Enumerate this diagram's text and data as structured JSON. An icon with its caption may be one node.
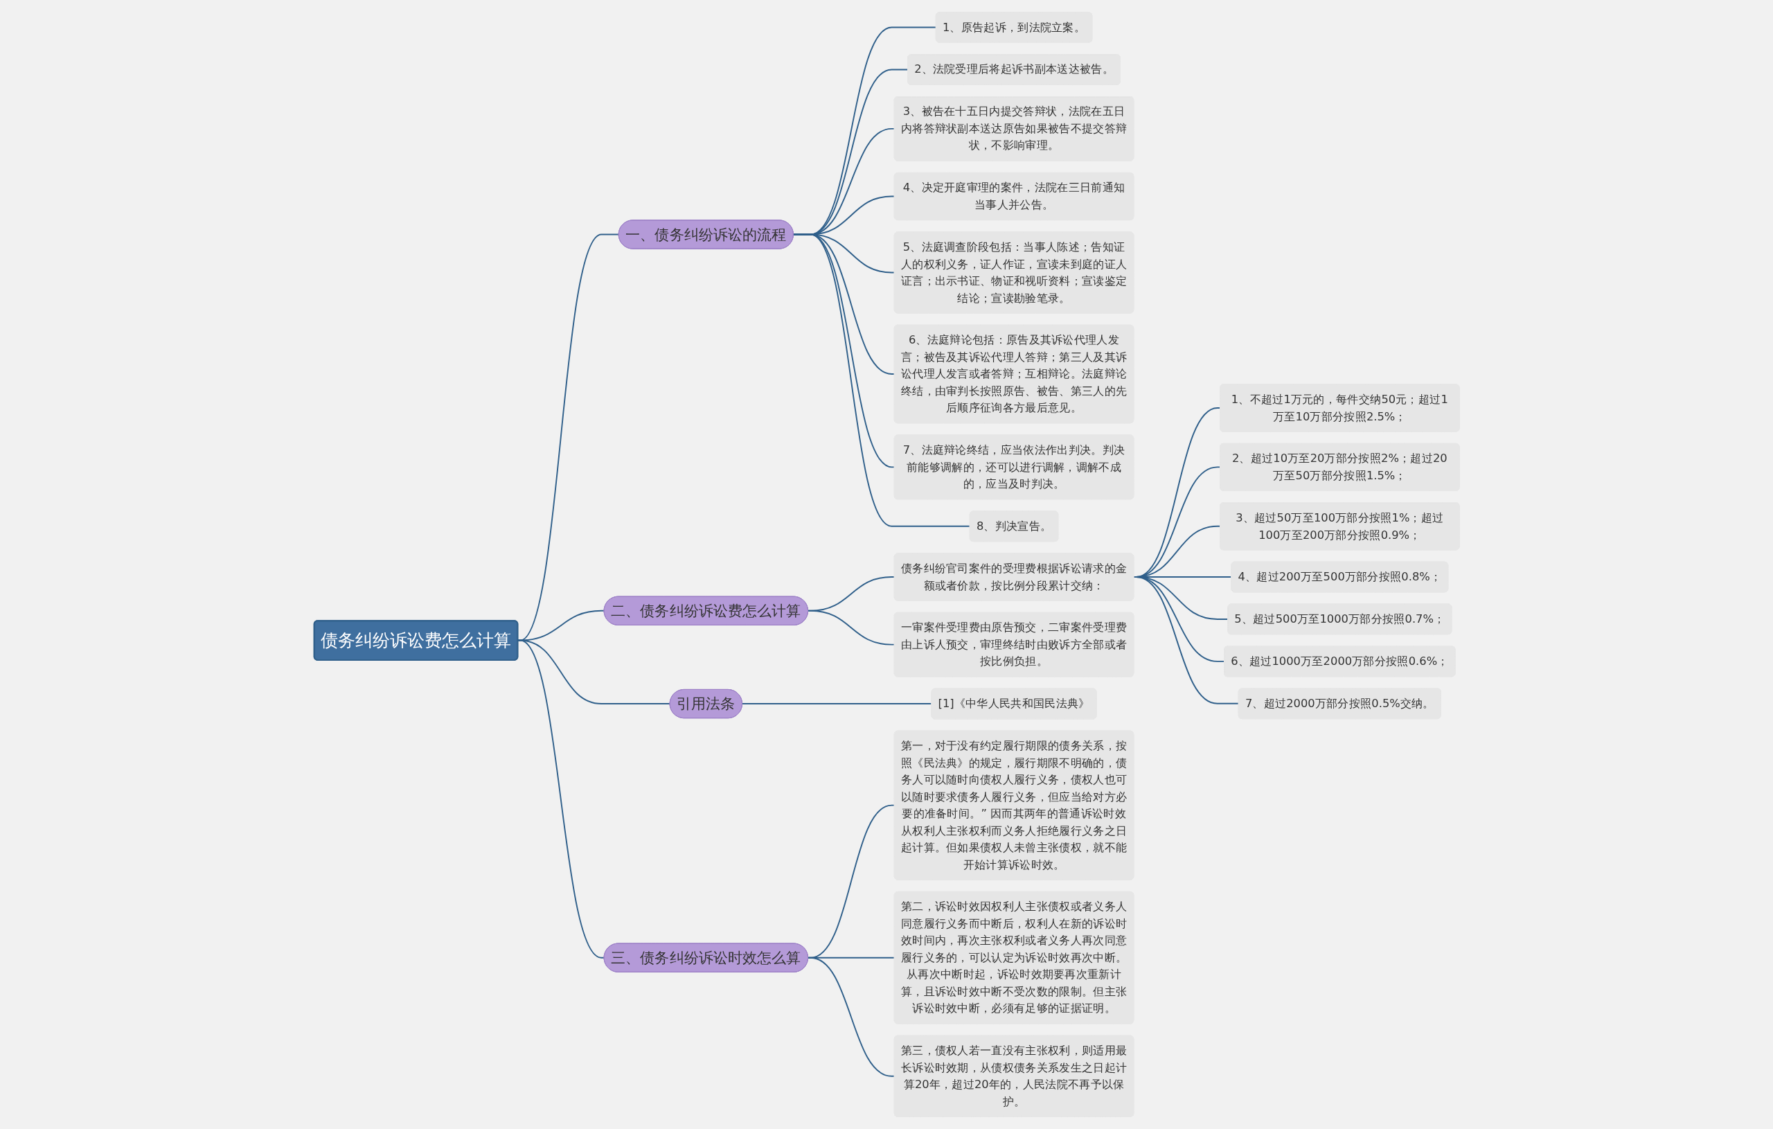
{
  "diagram": {
    "nodes": [
      {
        "text": [
          "债务纠纷诉讼费怎么计算"
        ]
      },
      {
        "text": [
          "一、债务纠纷诉讼的流程"
        ]
      },
      {
        "text": [
          "1、原告起诉，到法院立案。"
        ]
      },
      {
        "text": [
          "2、法院受理后将起诉书副本送达被告。"
        ]
      },
      {
        "text": [
          "3、被告在十五日内提交答辩状，法院在五日内将答辩状副本送达原告如果被告不提交答辩状，不影响审理。"
        ]
      },
      {
        "text": [
          "4、决定开庭审理的案件，法院在三日前通知当事人并公告。"
        ]
      },
      {
        "text": [
          "5、法庭调查阶段包括：当事人陈述；告知证人的权利义务，证人作证，宣读未到庭的证人证言；出示书证、物证和视听资料；宣读鉴定结论；宣读勘验笔录。"
        ]
      },
      {
        "text": [
          "6、法庭辩论包括：原告及其诉讼代理人发言；被告及其诉讼代理人答辩；第三人及其诉讼代理人发言或者答辩；互相辩论。法庭辩论终结，由审判长按照原告、被告、第三人的先后顺序征询各方最后意见。"
        ]
      },
      {
        "text": [
          "7、法庭辩论终结，应当依法作出判决。判决前能够调解的，还可以进行调解，调解不成的，应当及时判决。"
        ]
      },
      {
        "text": [
          "8、判决宣告。"
        ]
      },
      {
        "text": [
          "二、债务纠纷诉讼费怎么计算"
        ]
      },
      {
        "text": [
          "债务纠纷官司案件的受理费根据诉讼请求的金额或者价款，按比例分段累计交纳："
        ]
      },
      {
        "text": [
          "1、不超过1万元的，每件交纳50元；超过1万至10万部分按照2.5%；"
        ]
      },
      {
        "text": [
          "2、超过10万至20万部分按照2%；超过20万至50万部分按照1.5%；"
        ]
      },
      {
        "text": [
          "3、超过50万至100万部分按照1%；超过100万至200万部分按照0.9%；"
        ]
      },
      {
        "text": [
          "4、超过200万至500万部分按照0.8%；"
        ]
      },
      {
        "text": [
          "5、超过500万至1000万部分按照0.7%；"
        ]
      },
      {
        "text": [
          "6、超过1000万至2000万部分按照0.6%；"
        ]
      },
      {
        "text": [
          "7、超过2000万部分按照0.5%交纳。"
        ]
      },
      {
        "text": [
          "一审案件受理费由原告预交，二审案件受理费由上诉人预交，审理终结时由败诉方全部或者按比例负担。"
        ]
      },
      {
        "text": [
          "引用法条"
        ]
      },
      {
        "text": [
          "[1]《中华人民共和国民法典》"
        ]
      },
      {
        "text": [
          "三、债务纠纷诉讼时效怎么算"
        ]
      },
      {
        "text": [
          "第一，对于没有约定履行期限的债务关系，按照《民法典》的规定，履行期限不明确的，债务人可以随时向债权人履行义务，债权人也可以随时要求债务人履行义务，但应当给对方必要的准备时间。” 因而其两年的普通诉讼时效从权利人主张权利而义务人拒绝履行义务之日起计算。但如果债权人未曾主张债权，就不能开始计算诉讼时效。"
        ]
      },
      {
        "text": [
          "第二，诉讼时效因权利人主张债权或者义务人同意履行义务而中断后，权利人在新的诉讼时效时间内，再次主张权利或者义务人再次同意履行义务的，可以认定为诉讼时效再次中断。从再次中断时起，诉讼时效期要再次重新计算，且诉讼时效中断不受次数的限制。但主张诉讼时效中断，必须有足够的证据证明。"
        ]
      },
      {
        "text": [
          "第三，债权人若一直没有主张权利，则适用最长诉讼时效期，从债权债务关系发生之日起计算20年，超过20年的，人民法院不再予以保护。"
        ]
      }
    ],
    "edges": [
      {
        "from": 0,
        "to": 1,
        "arrow": "none"
      },
      {
        "from": 1,
        "to": 2,
        "arrow": "none"
      },
      {
        "from": 1,
        "to": 3,
        "arrow": "none"
      },
      {
        "from": 1,
        "to": 4,
        "arrow": "none"
      },
      {
        "from": 1,
        "to": 5,
        "arrow": "none"
      },
      {
        "from": 1,
        "to": 6,
        "arrow": "none"
      },
      {
        "from": 1,
        "to": 7,
        "arrow": "none"
      },
      {
        "from": 1,
        "to": 8,
        "arrow": "none"
      },
      {
        "from": 1,
        "to": 9,
        "arrow": "none"
      },
      {
        "from": 0,
        "to": 10,
        "arrow": "none"
      },
      {
        "from": 10,
        "to": 11,
        "arrow": "none"
      },
      {
        "from": 11,
        "to": 12,
        "arrow": "none"
      },
      {
        "from": 11,
        "to": 13,
        "arrow": "none"
      },
      {
        "from": 11,
        "to": 14,
        "arrow": "none"
      },
      {
        "from": 11,
        "to": 15,
        "arrow": "none"
      },
      {
        "from": 11,
        "to": 16,
        "arrow": "none"
      },
      {
        "from": 11,
        "to": 17,
        "arrow": "none"
      },
      {
        "from": 11,
        "to": 18,
        "arrow": "none"
      },
      {
        "from": 10,
        "to": 19,
        "arrow": "none"
      },
      {
        "from": 0,
        "to": 20,
        "arrow": "none"
      },
      {
        "from": 20,
        "to": 21,
        "arrow": "none"
      },
      {
        "from": 0,
        "to": 22,
        "arrow": "none"
      },
      {
        "from": 22,
        "to": 23,
        "arrow": "none"
      },
      {
        "from": 22,
        "to": 24,
        "arrow": "none"
      },
      {
        "from": 22,
        "to": 25,
        "arrow": "none"
      }
    ]
  }
}
